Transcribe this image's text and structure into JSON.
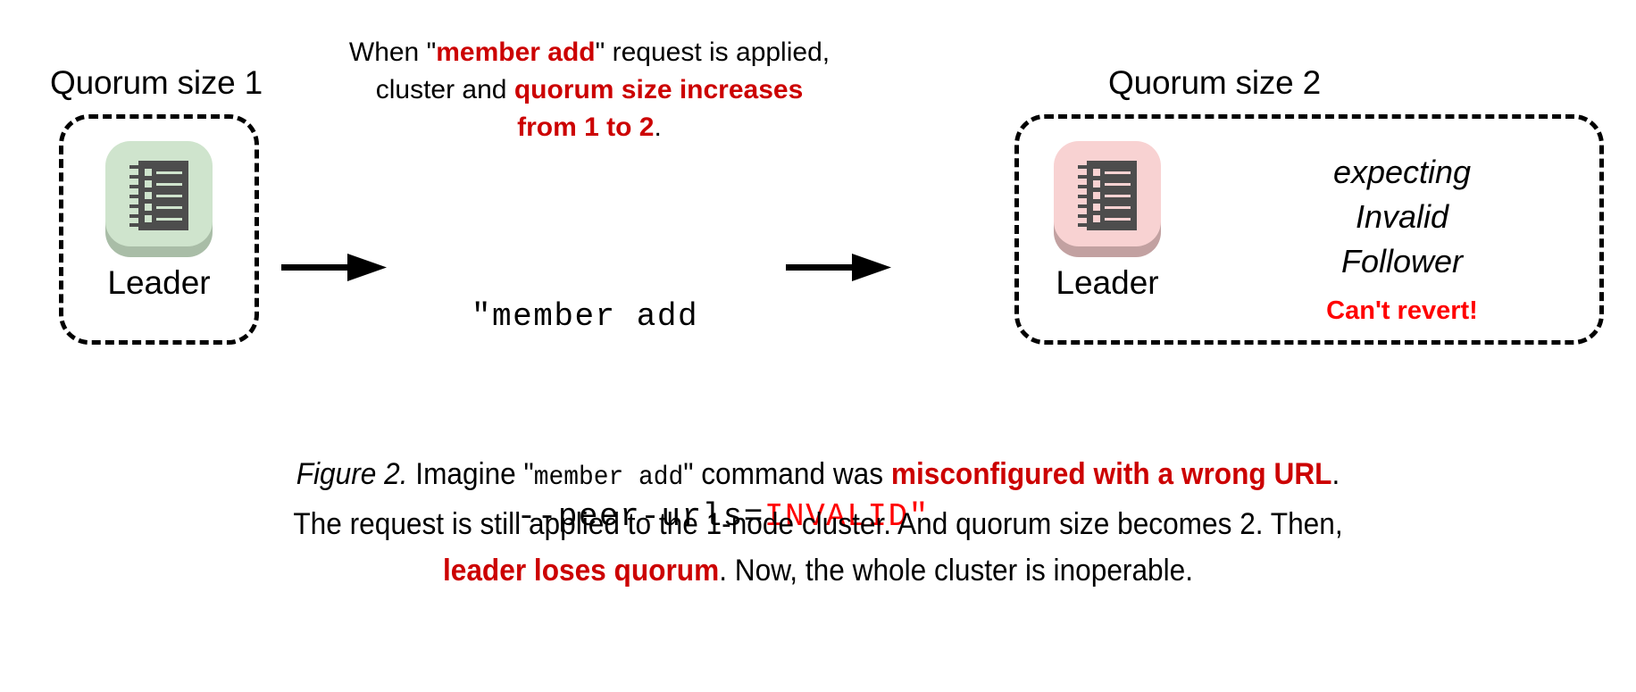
{
  "figure": {
    "title_label": "Figure 2.",
    "colors": {
      "annotation_red": "#cc0000",
      "alert_red": "#ff0000",
      "healthy_node": "#cfe4cd",
      "healthy_node_shadow": "#a9bda7",
      "failed_node": "#f8d2d2",
      "failed_node_shadow": "#c2a1a1",
      "icon_body": "#4d4d4d",
      "box_border": "#000000"
    }
  },
  "left_cluster": {
    "label": "Quorum size 1",
    "node": {
      "role_label": "Leader",
      "icon_name": "server-rack-icon",
      "state": "healthy"
    }
  },
  "right_cluster": {
    "label": "Quorum size 2",
    "node": {
      "role_label": "Leader",
      "icon_name": "server-rack-icon",
      "state": "failed"
    },
    "status_lines": [
      "expecting",
      "Invalid",
      "Follower"
    ],
    "alert": "Can't revert!"
  },
  "top_note": {
    "line1_pre": "When \"",
    "line1_strong": "member add",
    "line1_post": "\" request is applied,",
    "line2_pre": "cluster and ",
    "line2_strong": "quorum size increases",
    "line3_strong": "from 1 to 2",
    "line3_post": "."
  },
  "command": {
    "line1": "\"member add",
    "line2_pre": "--peer-urls=",
    "line2_invalid": "INVALID\""
  },
  "arrows": {
    "left_arrow_name": "arrow-right-from-leader",
    "right_arrow_name": "arrow-right-to-cluster"
  },
  "caption": {
    "l1_fig": "Figure 2.",
    "l1_a": " Imagine \"",
    "l1_mono": "member add",
    "l1_b": "\" command was ",
    "l1_hl": "misconfigured with a wrong URL",
    "l1_c": ".",
    "l2": "The request is still applied to the 1-node cluster. And quorum size becomes 2. Then,",
    "l3_hl": "leader loses quorum",
    "l3_a": ". Now, the whole cluster is inoperable."
  }
}
